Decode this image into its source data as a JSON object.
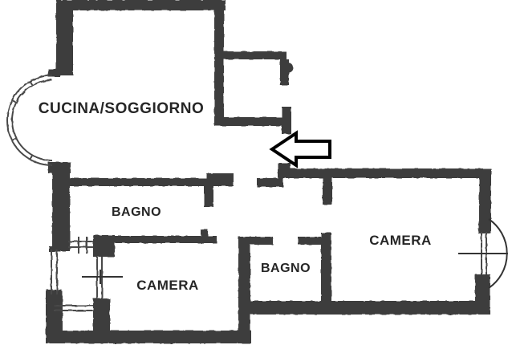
{
  "plan": {
    "type": "apartment-floor-plan",
    "rooms": [
      {
        "id": "kitchen-living",
        "label": "CUCINA/SOGGIORNO"
      },
      {
        "id": "bathroom-1",
        "label": "BAGNO"
      },
      {
        "id": "bedroom-1",
        "label": "CAMERA"
      },
      {
        "id": "bathroom-2",
        "label": "BAGNO"
      },
      {
        "id": "bedroom-2",
        "label": "CAMERA"
      }
    ],
    "annotations": {
      "entrance_arrow_direction": "left"
    },
    "colors": {
      "wall": "#3d3d3d",
      "wall_dark": "#2f2f2f",
      "thin_line": "#4a4a4a",
      "label": "#262626",
      "background": "#ffffff",
      "arrow_outline": "#000000",
      "arrow_fill": "#ffffff"
    }
  }
}
